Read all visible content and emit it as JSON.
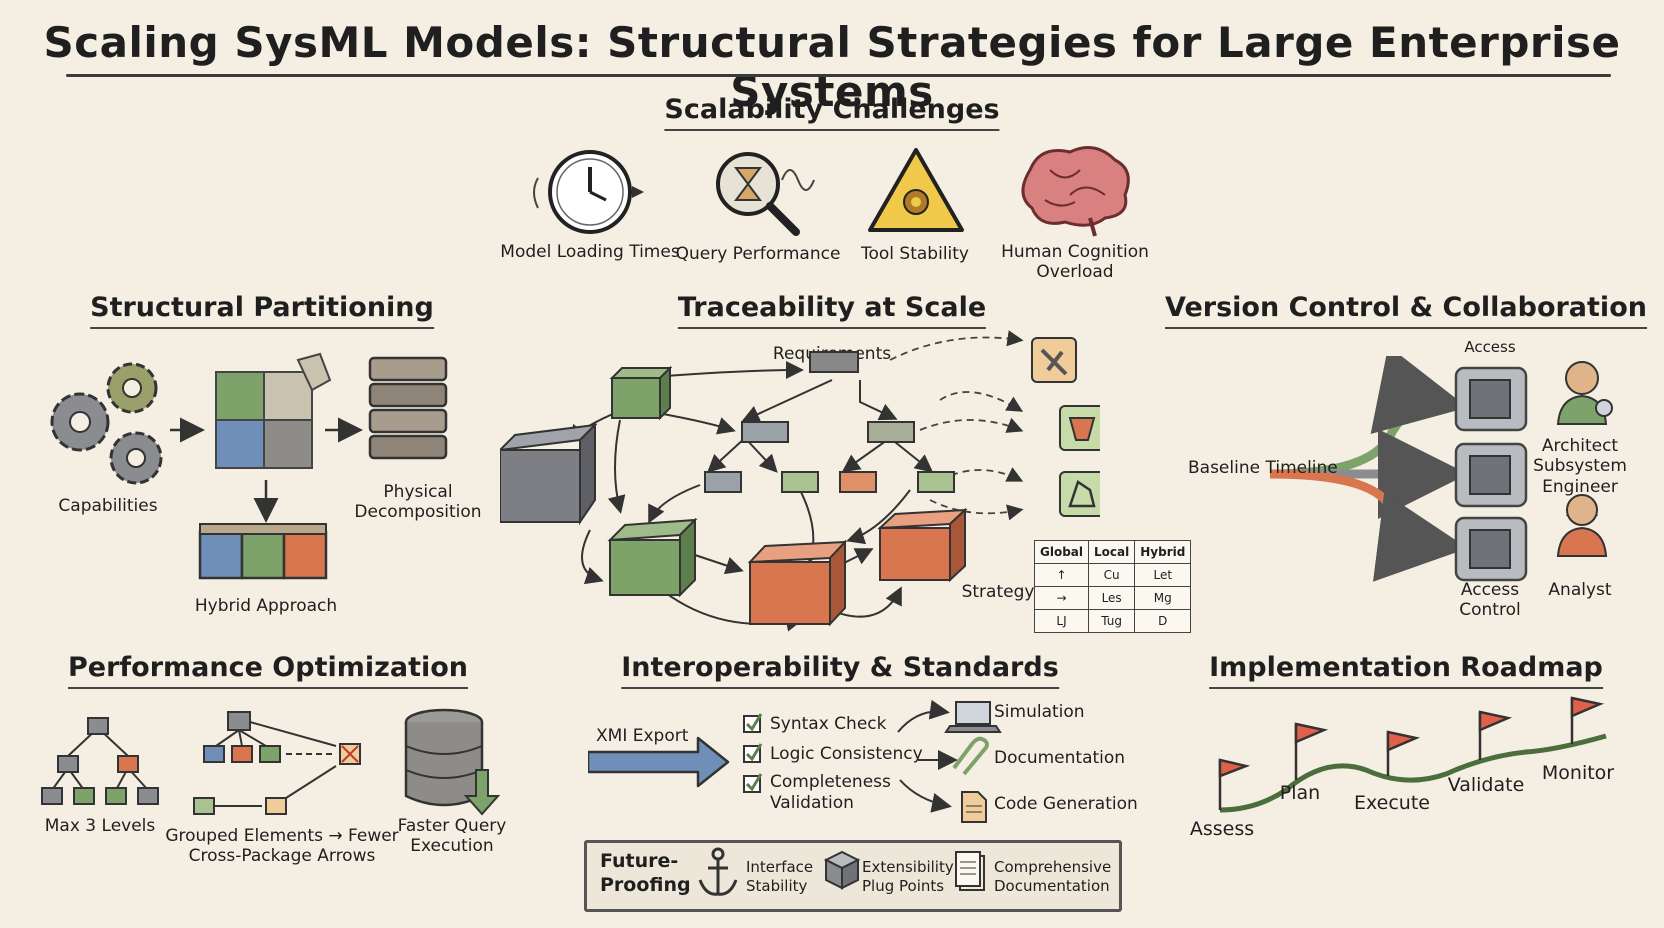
{
  "title": "Scaling SysML Models: Structural Strategies for Large Enterprise Systems",
  "challenges": {
    "heading": "Scalability Challenges",
    "items": [
      "Model Loading Times",
      "Query Performance",
      "Tool Stability",
      "Human Cognition Overload"
    ]
  },
  "partitioning": {
    "heading": "Structural Partitioning",
    "capabilities": "Capabilities",
    "physical": "Physical Decomposition",
    "hybrid": "Hybrid Approach"
  },
  "traceability": {
    "heading": "Traceability at Scale",
    "requirements": "Requirements",
    "strategy": "Strategy",
    "matrix_headers": [
      "Global",
      "Local",
      "Hybrid"
    ],
    "matrix_rows": [
      [
        "↑",
        "Cu",
        "Let"
      ],
      [
        "→",
        "Les",
        "Mg"
      ],
      [
        "LJ",
        "Tug",
        "D"
      ]
    ]
  },
  "version": {
    "heading": "Version Control & Collaboration",
    "access_top": "Access",
    "baseline": "Baseline Timeline",
    "access_control": "Access Control",
    "architect": "Architect Subsystem Engineer",
    "analyst": "Analyst"
  },
  "performance": {
    "heading": "Performance Optimization",
    "max_levels": "Max 3 Levels",
    "grouped": "Grouped Elements → Fewer Cross-Package Arrows",
    "faster": "Faster Query Execution"
  },
  "interop": {
    "heading": "Interoperability & Standards",
    "xmi": "XMI Export",
    "checks": [
      "Syntax Check",
      "Logic Consistency",
      "Completeness Validation"
    ],
    "outputs": [
      "Simulation",
      "Documentation",
      "Code Generation"
    ],
    "future": "Future-Proofing",
    "future_items": [
      "Interface Stability",
      "Extensibility Plug Points",
      "Comprehensive Documentation"
    ]
  },
  "roadmap": {
    "heading": "Implementation Roadmap",
    "steps": [
      "Assess",
      "Plan",
      "Execute",
      "Validate",
      "Monitor"
    ]
  },
  "colors": {
    "green": "#7ea36a",
    "blue": "#6f8fb8",
    "orange": "#d8764f",
    "gray": "#7d7f84",
    "flag": "#e0604a",
    "yellow": "#f0c94a"
  }
}
